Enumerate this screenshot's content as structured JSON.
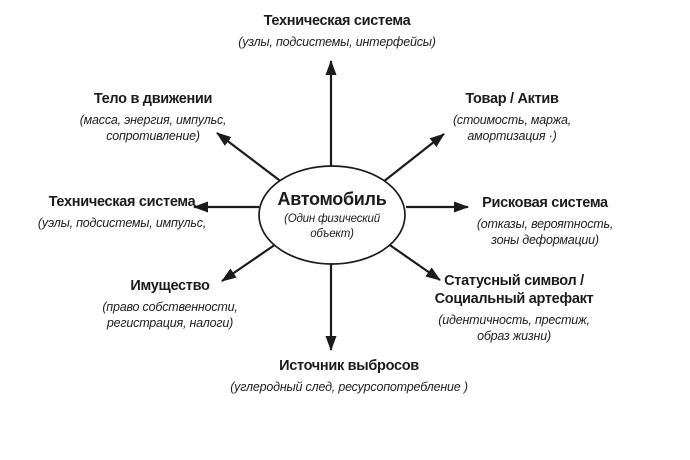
{
  "diagram": {
    "colors": {
      "ink": "#1b1b1b",
      "background": "#ffffff"
    },
    "center": {
      "title": "Автомобиль",
      "subtitle": "(Один физический\nобъект)"
    },
    "spokes": [
      {
        "id": "top",
        "title": "Техническая система",
        "subtitle": "(узлы, подсистемы, интерфейсы)"
      },
      {
        "id": "top-right",
        "title": "Товар / Актив",
        "subtitle": "(стоимость, маржа, амортизация ·)"
      },
      {
        "id": "right",
        "title": "Рисковая система",
        "subtitle": "(отказы, вероятность, зоны деформации)"
      },
      {
        "id": "bottom-right",
        "title": "Статусный символ /\nСоциальный артефакт",
        "subtitle": "(идентичность, престиж, образ жизни)"
      },
      {
        "id": "bottom",
        "title": "Источник выбросов",
        "subtitle": "(углеродный след, ресурсопотребление )"
      },
      {
        "id": "bottom-left",
        "title": "Имущество",
        "subtitle": "(право собственности,\nрегистрация, налоги)"
      },
      {
        "id": "left",
        "title": "Техническая система",
        "subtitle": "(уэлы, подсистемы, импульс,"
      },
      {
        "id": "top-left",
        "title": "Тело в движении",
        "subtitle": "(масса, энергия, импульс,\nсопротивление)"
      }
    ]
  }
}
